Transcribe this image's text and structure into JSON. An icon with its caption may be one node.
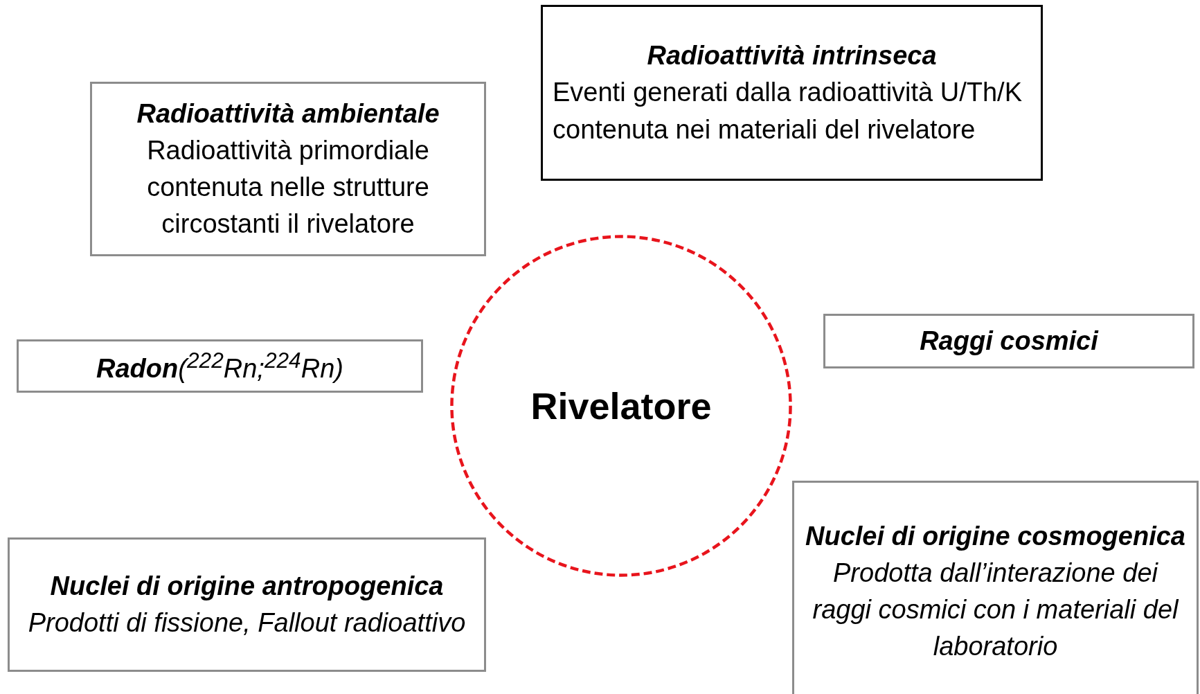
{
  "diagram": {
    "nodes": [
      {
        "text": [
          "Radioattività intrinseca",
          "Eventi generati dalla radioattività U/Th/K contenuta nei materiali del rivelatore"
        ]
      },
      {
        "text": [
          "Radioattività ambientale",
          "Radioattività primordiale contenuta nelle strutture circostanti il rivelatore"
        ]
      },
      {
        "text": [
          "Raggi cosmici"
        ]
      },
      {
        "text": [
          "**Radon**($^{222}$Rn;$^{224}$Rn)"
        ]
      },
      {
        "text": [
          "Rivelatore"
        ]
      },
      {
        "text": [
          "Nuclei di origine cosmogenica",
          "Prodotta dall’interazione dei raggi cosmici con i materiali del laboratorio"
        ]
      },
      {
        "text": [
          "Nuclei di origine antropogenica",
          "Prodotti di fissione, Fallout radioattivo"
        ]
      }
    ],
    "edges": []
  }
}
